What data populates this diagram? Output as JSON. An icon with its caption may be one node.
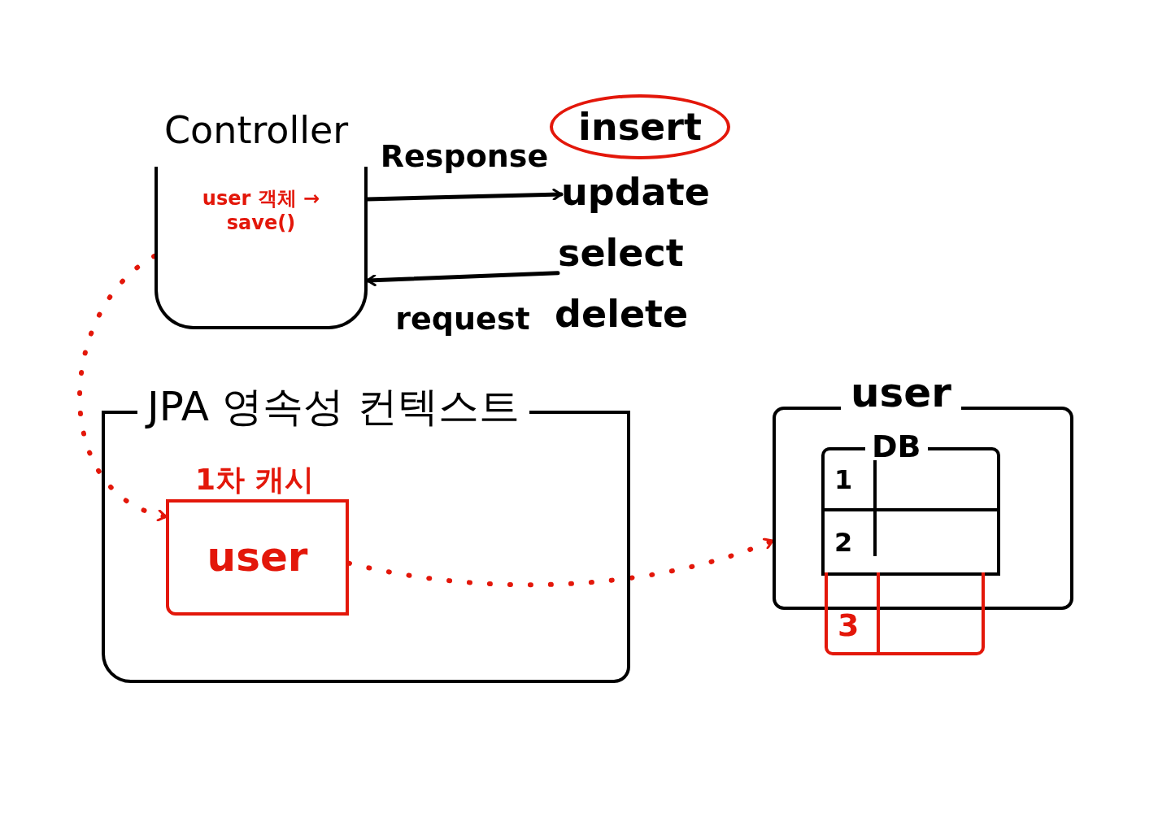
{
  "diagram": {
    "nodes": [
      {
        "text": [
          "Controller",
          "user 객체 → save()"
        ]
      },
      {
        "text": [
          "insert"
        ]
      },
      {
        "text": [
          "update"
        ]
      },
      {
        "text": [
          "select"
        ]
      },
      {
        "text": [
          "delete"
        ]
      },
      {
        "text": [
          "JPA 영속성 컨텍스트"
        ]
      },
      {
        "text": [
          "1차 캐시",
          "user"
        ],
        "in": 5
      },
      {
        "text": [
          "user"
        ]
      },
      {
        "text": [
          "DB"
        ],
        "in": 7
      },
      {
        "text": [
          "1"
        ],
        "in": 8
      },
      {
        "text": [
          "2"
        ],
        "in": 8
      },
      {
        "text": [
          "3"
        ]
      }
    ],
    "edges": [
      {
        "from": 0,
        "to": 2,
        "arrow": "to",
        "label": "Response"
      },
      {
        "from": 3,
        "to": 0,
        "arrow": "to",
        "label": "request"
      },
      {
        "from": 0,
        "to": 6,
        "arrow": "to",
        "style": "dashed",
        "color": "#e3170a"
      },
      {
        "from": 6,
        "to": 7,
        "arrow": "to",
        "style": "dashed",
        "color": "#e3170a"
      }
    ]
  }
}
